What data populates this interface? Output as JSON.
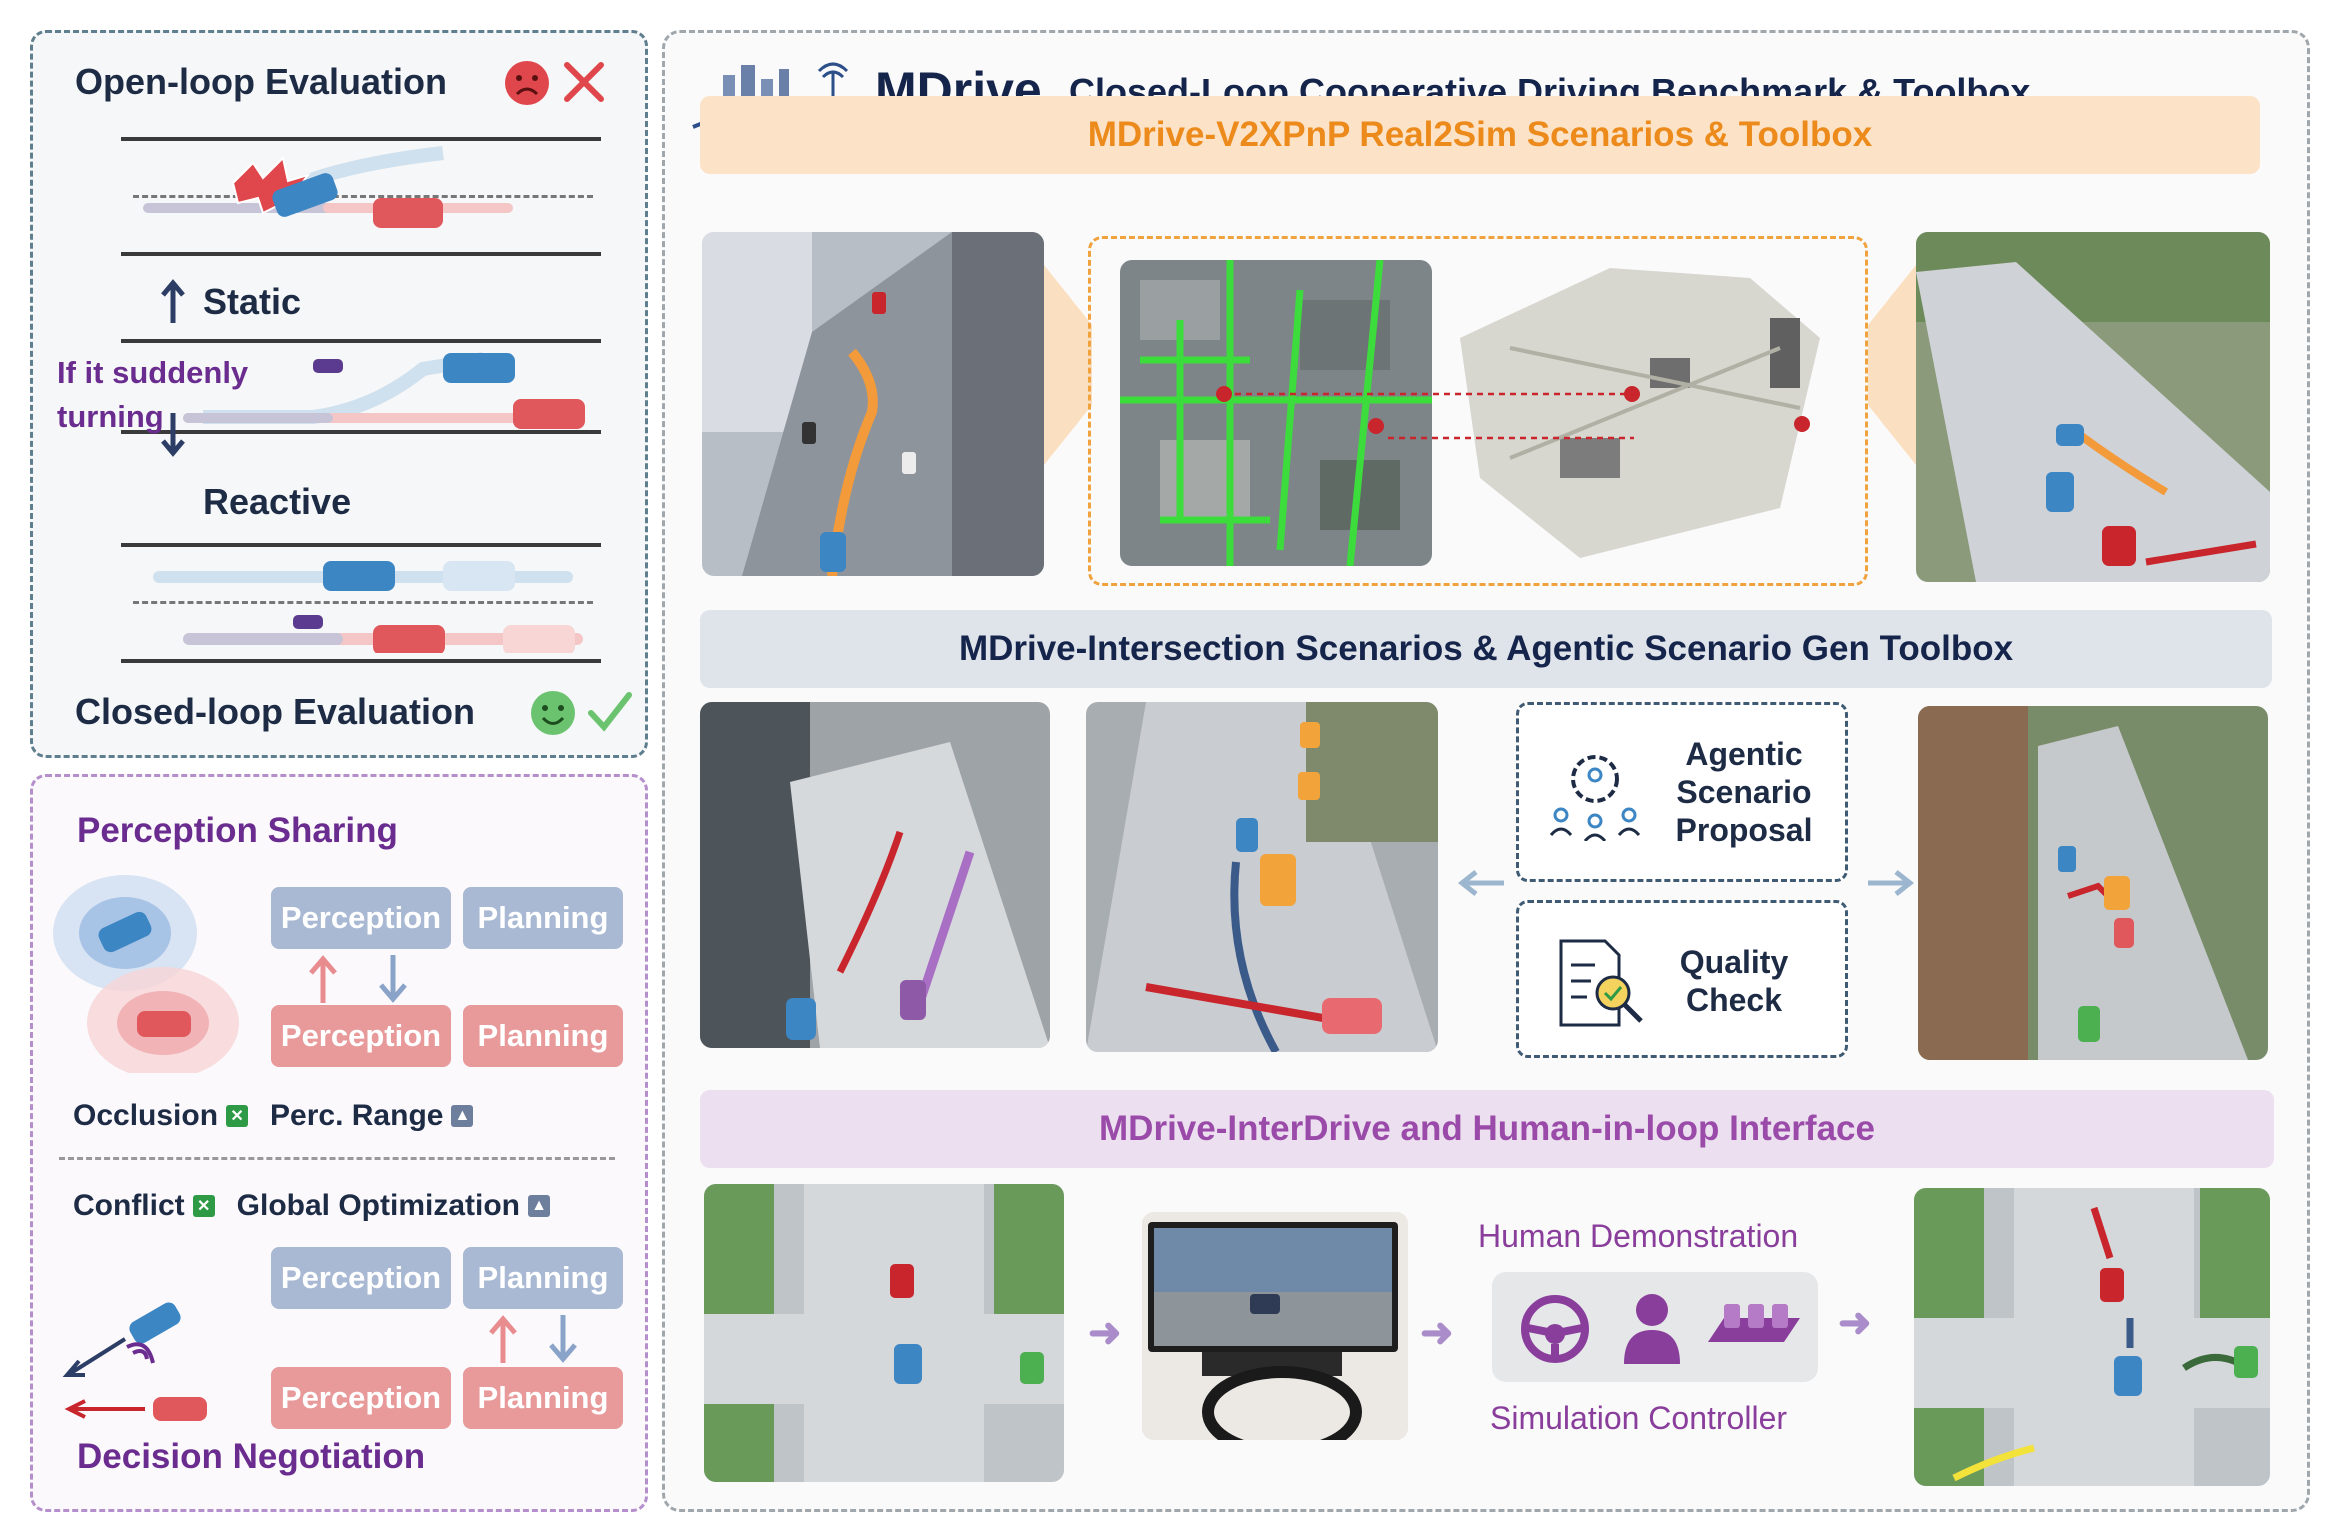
{
  "left_eval": {
    "open_loop_title": "Open-loop Evaluation",
    "static_label": "Static",
    "turning_text_line1": "If it suddenly",
    "turning_text_line2": "turning",
    "reactive_label": "Reactive",
    "closed_loop_title": "Closed-loop Evaluation"
  },
  "left_coop": {
    "perception_sharing_title": "Perception Sharing",
    "decision_negotiation_title": "Decision Negotiation",
    "box_perception": "Perception",
    "box_planning": "Planning",
    "occlusion_label": "Occlusion",
    "perc_range_label": "Perc. Range",
    "conflict_label": "Conflict",
    "global_opt_label": "Global Optimization"
  },
  "main": {
    "brand": "MDrive",
    "title": "Closed-Loop Cooperative Driving Benchmark & Toolbox",
    "section1": "MDrive-V2XPnP Real2Sim Scenarios & Toolbox",
    "section2": "MDrive-Intersection Scenarios & Agentic Scenario Gen Toolbox",
    "section3": "MDrive-InterDrive and Human-in-loop Interface",
    "agentic_line1": "Agentic",
    "agentic_line2": "Scenario",
    "agentic_line3": "Proposal",
    "quality_line1": "Quality",
    "quality_line2": "Check",
    "human_demo": "Human Demonstration",
    "sim_controller": "Simulation Controller"
  },
  "colors": {
    "orange_band": "#fce3c7",
    "orange_text": "#ec8a1b",
    "navy": "#15244a",
    "purple": "#6a2c8f",
    "lilac_text": "#9a4aa8",
    "blue_box": "#a9b9d3",
    "red_box": "#e89a9b"
  },
  "icons": [
    "sad-face-icon",
    "red-x-icon",
    "happy-face-icon",
    "green-check-icon",
    "gear-people-icon",
    "document-check-icon",
    "steering-wheel-icon",
    "person-icon",
    "pedals-icon",
    "signal-icon"
  ]
}
